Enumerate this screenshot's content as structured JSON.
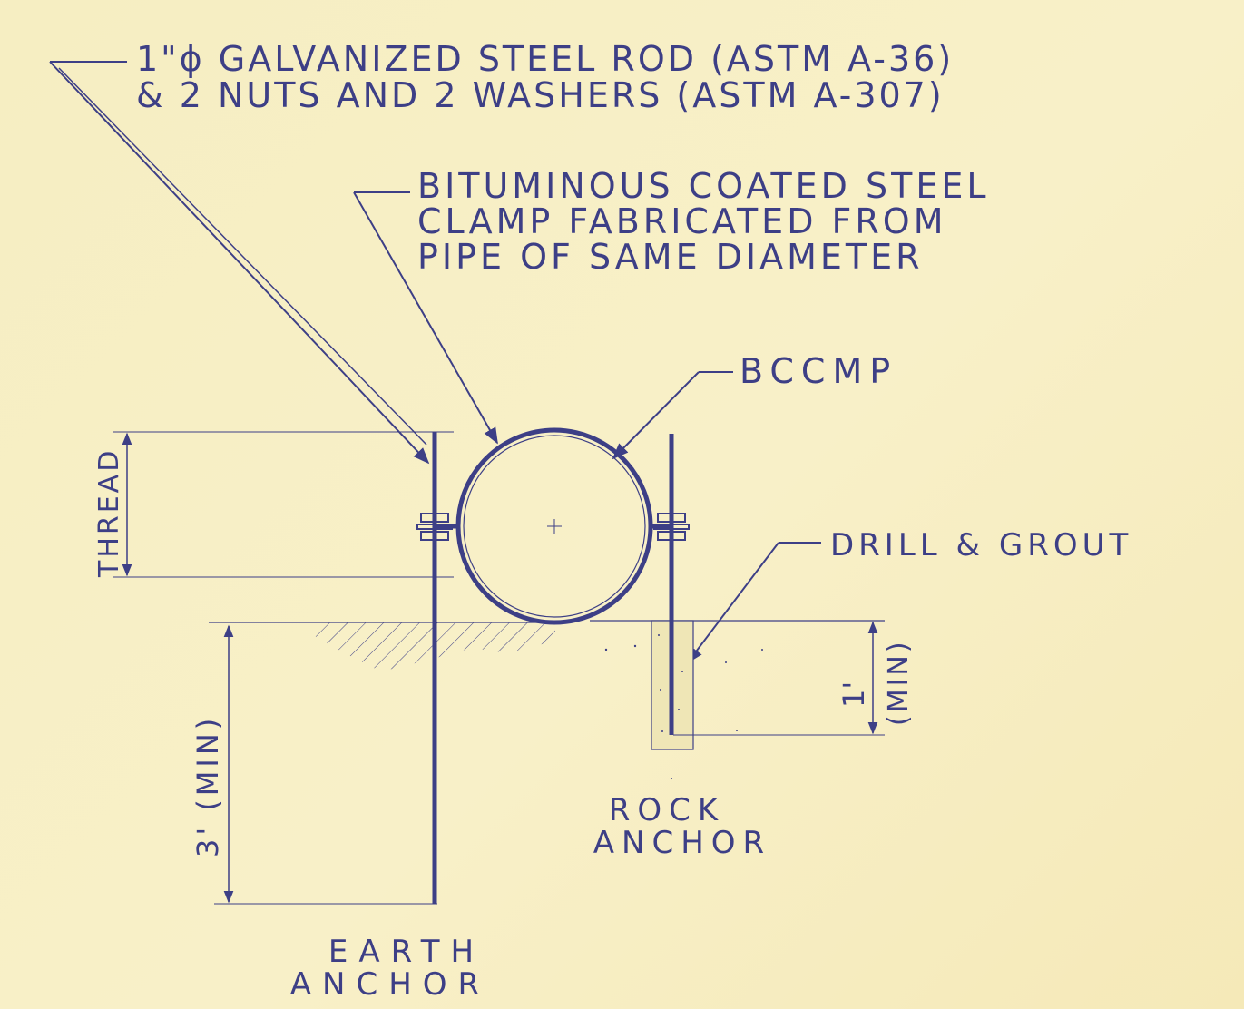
{
  "notes": {
    "rod_line1": "1\"ϕ GALVANIZED STEEL ROD (ASTM A-36)",
    "rod_line2": "& 2 NUTS AND 2 WASHERS (ASTM A-307)",
    "clamp_line1": "BITUMINOUS COATED STEEL",
    "clamp_line2": "CLAMP FABRICATED FROM",
    "clamp_line3": "PIPE OF SAME DIAMETER",
    "pipe": "BCCMP",
    "drill": "DRILL & GROUT"
  },
  "dimensions": {
    "thread": "THREAD",
    "earth_depth": "3' (MIN)",
    "rock_depth_value": "1'",
    "rock_depth_note": "(MIN)"
  },
  "captions": {
    "earth_1": "EARTH",
    "earth_2": "ANCHOR",
    "rock_1": "ROCK",
    "rock_2": "ANCHOR"
  },
  "colors": {
    "ink": "#3d3f86",
    "paper": "#f7efc4"
  }
}
